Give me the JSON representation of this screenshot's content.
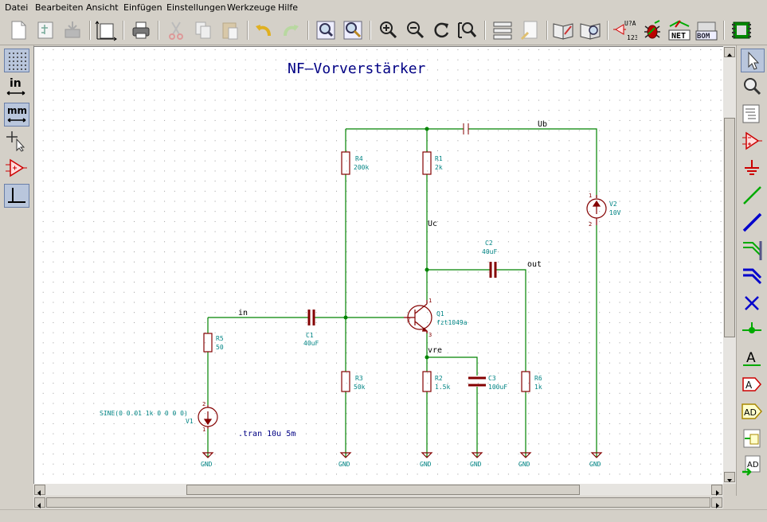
{
  "menu": {
    "items": [
      "Datei",
      "Bearbeiten",
      "Ansicht",
      "Einfügen",
      "Einstellungen",
      "Werkzeuge",
      "Hilfe"
    ]
  },
  "toolbar": {
    "erc_label": "U?A",
    "erc_sub": "123",
    "netlist_label": "NET",
    "bom_label": "BOM"
  },
  "left_toolbar": {
    "inch_label": "in",
    "mm_label": "mm"
  },
  "schematic": {
    "title": "NF–Vorverstärker",
    "net_labels": {
      "ub": "Ub",
      "uc": "Uc",
      "out": "out",
      "in": "in",
      "vre": "vre"
    },
    "components": {
      "r4_ref": "R4",
      "r4_val": "200k",
      "r1_ref": "R1",
      "r1_val": "2k",
      "r3_ref": "R3",
      "r3_val": "50k",
      "r2_ref": "R2",
      "r2_val": "1.5k",
      "r5_ref": "R5",
      "r5_val": "50",
      "r6_ref": "R6",
      "r6_val": "1k",
      "c1_ref": "C1",
      "c1_val": "40uF",
      "c2_ref": "C2",
      "c2_val": "40uF",
      "c3_ref": "C3",
      "c3_val": "100uF",
      "q1_ref": "Q1",
      "q1_val": "fzt1049a",
      "v1_ref": "V1",
      "v1_val": "SINE(0 0.01 1k 0 0 0 0)",
      "v2_ref": "V2",
      "v2_val": "10V"
    },
    "pins": {
      "p1": "1",
      "p2": "2",
      "p3": "3"
    },
    "directive": ".tran 10u 5m",
    "gnd_label": "GND"
  },
  "colors": {
    "wire": "#008400",
    "component": "#840000",
    "ref": "#008484",
    "title": "#000084",
    "grid": "#9a9a9a",
    "net_label": "#000000",
    "gnd": "#840000"
  }
}
